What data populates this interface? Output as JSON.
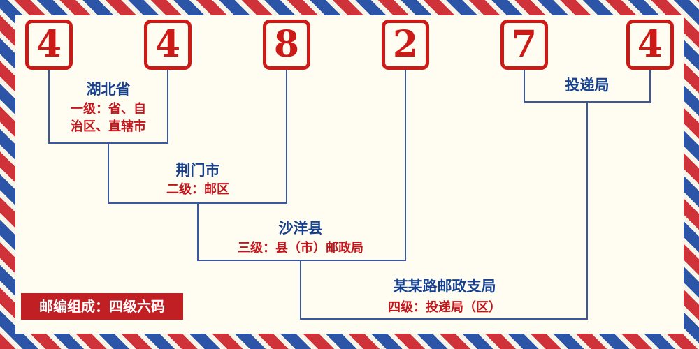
{
  "postal_code": {
    "digits": [
      "4",
      "4",
      "8",
      "2",
      "7",
      "4"
    ]
  },
  "groups": {
    "level1": {
      "place": "湖北省",
      "desc_lines": [
        "一级：省、自",
        "治区、直辖市"
      ]
    },
    "level2": {
      "place": "荆门市",
      "desc": "二级：邮区"
    },
    "level3": {
      "place": "沙洋县",
      "desc": "三级：县（市）邮政局"
    },
    "level4": {
      "place": "某某路邮政支局",
      "desc": "四级：投递局（区）"
    },
    "delivery": {
      "place": "投递局"
    }
  },
  "footer": {
    "badge": "邮编组成：四级六码"
  },
  "colors": {
    "digit_red": "#cc1b17",
    "box_border_red": "#cc1b17",
    "line_blue": "#3a57a0",
    "place_blue": "#17418e",
    "desc_red": "#c3161c",
    "badge_bg": "#c01f24",
    "badge_text": "#ffffff",
    "stripe_red": "#cf3339",
    "stripe_blue": "#2d55a7",
    "background": "#fffdf2"
  }
}
